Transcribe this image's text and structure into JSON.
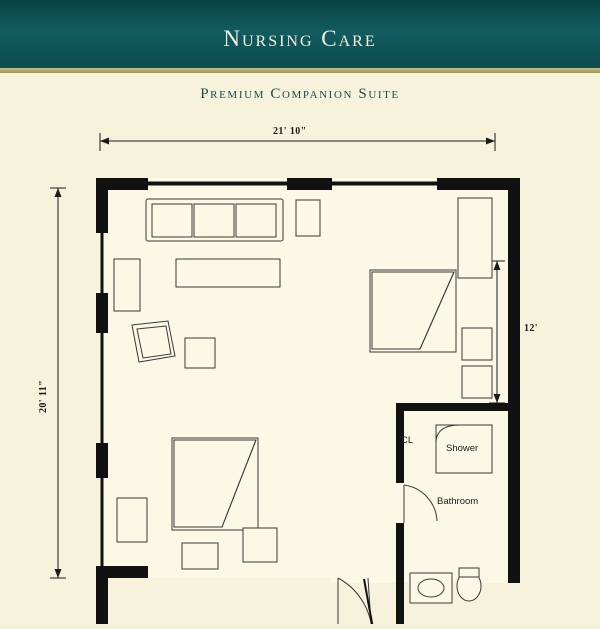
{
  "header": {
    "title": "Nursing Care",
    "subtitle": "Premium Companion Suite",
    "band_color": "#0c4c4f",
    "rule_color": "#b6a96a",
    "page_background": "#f6f2db",
    "title_color": "#f2efe0",
    "subtitle_color": "#184c4f"
  },
  "floorplan": {
    "dimensions": {
      "top_width": "21' 10\"",
      "left_height": "20' 11\"",
      "right_height": "12'"
    },
    "rooms": [
      {
        "name": "closet",
        "label": "CL"
      },
      {
        "name": "shower",
        "label": "Shower"
      },
      {
        "name": "bathroom",
        "label": "Bathroom"
      }
    ],
    "wall_color": "#111111",
    "line_color": "#3a3a3a",
    "fill_color": "#fbf8e6"
  }
}
